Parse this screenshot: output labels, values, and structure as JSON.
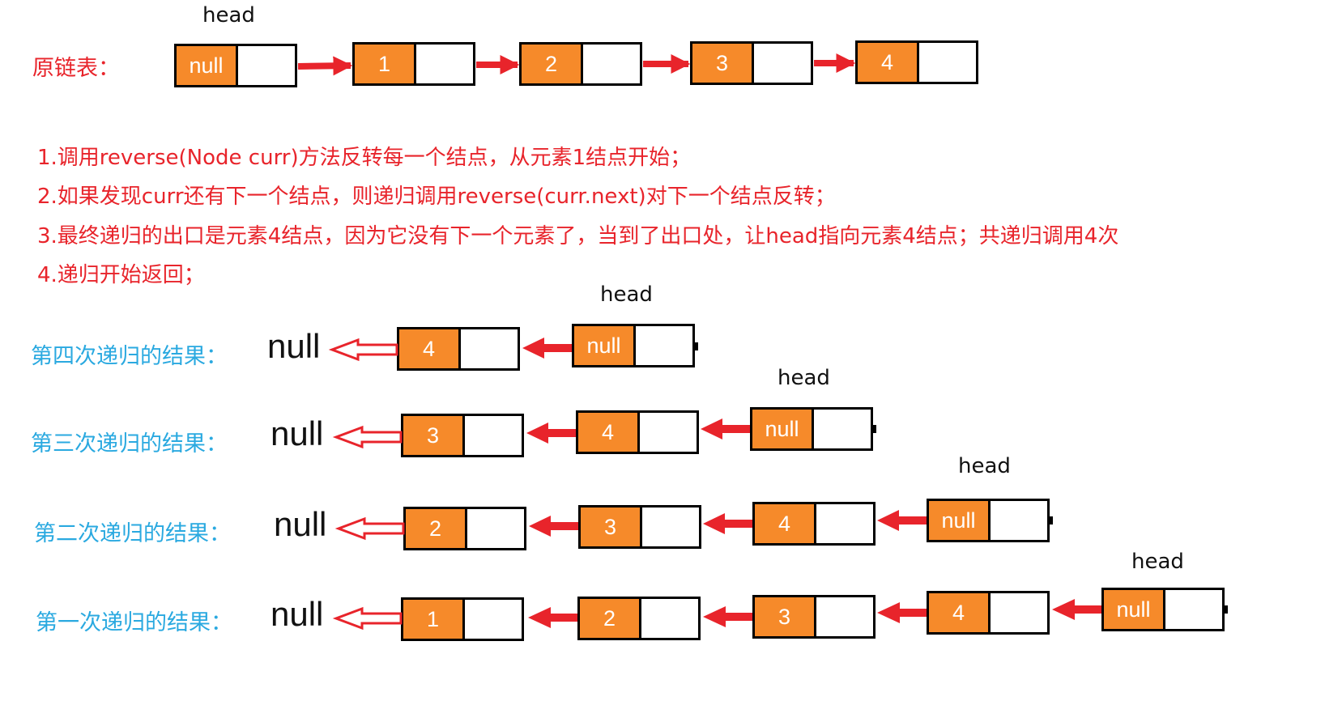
{
  "original": {
    "label": "原链表：",
    "head_label": "head",
    "nodes": [
      "null",
      "1",
      "2",
      "3",
      "4"
    ]
  },
  "steps": [
    "1.调用reverse(Node curr)方法反转每一个结点，从元素1结点开始；",
    "2.如果发现curr还有下一个结点，则递归调用reverse(curr.next)对下一个结点反转；",
    "3.最终递归的出口是元素4结点，因为它没有下一个元素了，当到了出口处，让head指向元素4结点；共递归调用4次",
    "4.递归开始返回；"
  ],
  "rows": [
    {
      "label": "第四次递归的结果：",
      "null_text": "null",
      "head_label": "head",
      "nodes": [
        "4",
        "null"
      ]
    },
    {
      "label": "第三次递归的结果：",
      "null_text": "null",
      "head_label": "head",
      "nodes": [
        "3",
        "4",
        "null"
      ]
    },
    {
      "label": "第二次递归的结果：",
      "null_text": "null",
      "head_label": "head",
      "nodes": [
        "2",
        "3",
        "4",
        "null"
      ]
    },
    {
      "label": "第一次递归的结果：",
      "null_text": "null",
      "head_label": "head",
      "nodes": [
        "1",
        "2",
        "3",
        "4",
        "null"
      ]
    }
  ],
  "colors": {
    "node_fill": "#f68a2a",
    "arrow": "#e8242b",
    "label_red": "#e8242b",
    "label_blue": "#2aa9e0"
  }
}
